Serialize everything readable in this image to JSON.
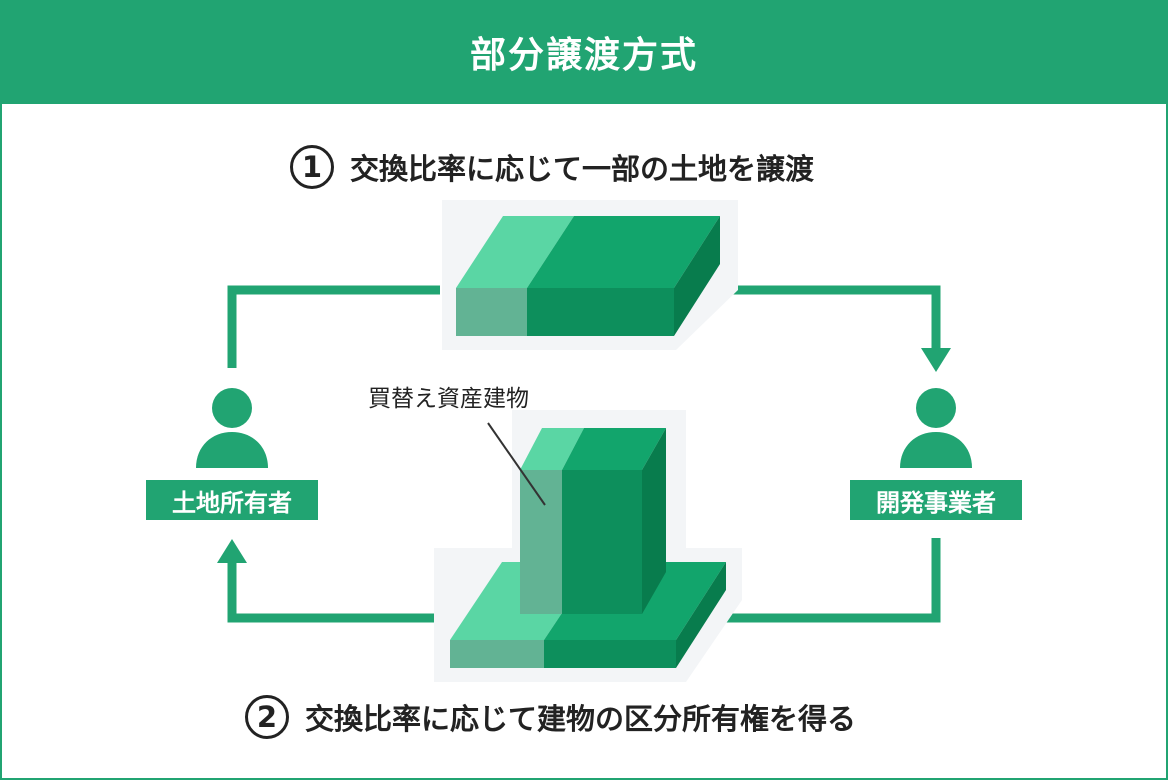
{
  "header": {
    "title": "部分譲渡方式"
  },
  "step1": {
    "number": "1",
    "text": "交換比率に応じて一部の土地を譲渡"
  },
  "step2": {
    "number": "2",
    "text": "交換比率に応じて建物の区分所有権を得る"
  },
  "landowner": {
    "label": "土地所有者"
  },
  "developer": {
    "label": "開発事業者"
  },
  "building": {
    "label": "買替え資産建物"
  },
  "colors": {
    "brand_green": "#21a472",
    "light_green": "#5ad6a4",
    "muted_green": "#62b394",
    "dark_green": "#0d8f5c",
    "darker_green": "#087c4d"
  }
}
